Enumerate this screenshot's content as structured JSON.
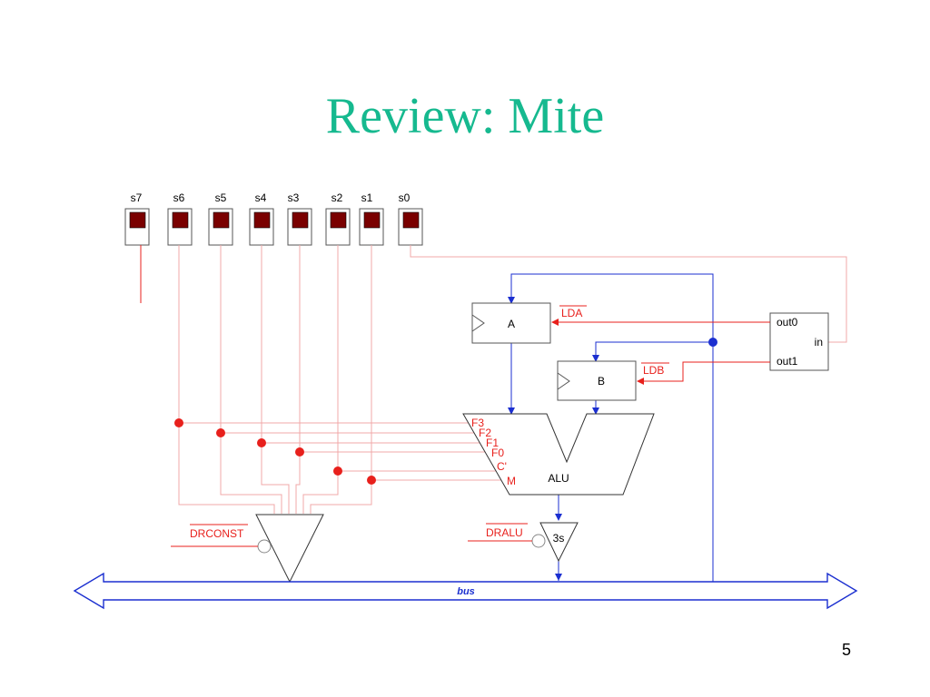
{
  "slide": {
    "title": "Review: Mite",
    "page_number": "5"
  },
  "switches": [
    "s7",
    "s6",
    "s5",
    "s4",
    "s3",
    "s2",
    "s1",
    "s0"
  ],
  "registers": {
    "a_label": "A",
    "b_label": "B"
  },
  "control_signals": {
    "lda": "LDA",
    "ldb": "LDB",
    "drconst": "DRCONST",
    "dralu": "DRALU"
  },
  "alu": {
    "label": "ALU",
    "inputs": [
      "F3",
      "F2",
      "F1",
      "F0",
      "C'",
      "M"
    ]
  },
  "tristate": {
    "label": "3s"
  },
  "io_unit": {
    "out0": "out0",
    "in": "in",
    "out1": "out1"
  },
  "bus": {
    "label": "bus"
  },
  "colors": {
    "title": "#16b98f",
    "wire_red": "#e8201c",
    "wire_pink": "#f0a8a8",
    "wire_blue": "#1b2fd0",
    "switch_fill": "#7a0000"
  }
}
